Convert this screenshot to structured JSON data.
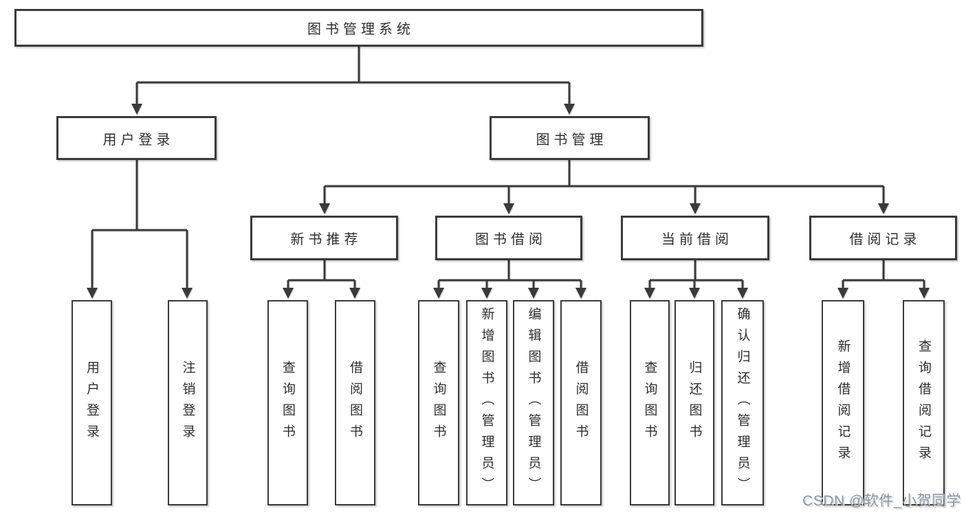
{
  "nodes": {
    "root": "图书管理系统",
    "userLogin": "用户登录",
    "bookMgmt": "图书管理",
    "newBookRec": "新书推荐",
    "bookBorrow": "图书借阅",
    "currentBorrow": "当前借阅",
    "borrowRecord": "借阅记录",
    "leafUserLogin": "用户登录",
    "leafLogout": "注销登录",
    "leafQueryBook1": "查询图书",
    "leafBorrowBook1": "借阅图书",
    "leafQueryBook2": "查询图书",
    "leafAddBook": "新增图书（管理员）",
    "leafEditBook": "编辑图书（管理员）",
    "leafBorrowBook2": "借阅图书",
    "leafQueryBook3": "查询图书",
    "leafReturnBook": "归还图书",
    "leafConfirmReturn": "确认归还（管理员）",
    "leafAddRecord": "新增借阅记录",
    "leafQueryRecord": "查询借阅记录"
  },
  "watermark": "CSDN @软件_小贺同学",
  "colors": {
    "line": "#3a3a3a",
    "text": "#2e2e2e",
    "watermark": "#8e949b"
  }
}
